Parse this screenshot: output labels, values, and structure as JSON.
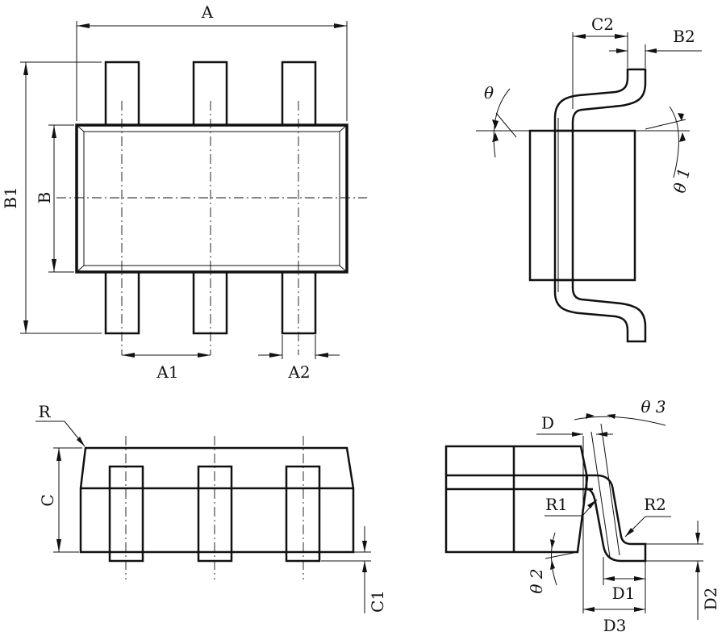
{
  "views": {
    "top": {
      "labels": {
        "A": "A",
        "B": "B",
        "B1": "B1",
        "A1": "A1",
        "A2": "A2"
      }
    },
    "side": {
      "labels": {
        "C2": "C2",
        "B2": "B2",
        "theta": "θ",
        "theta1": "θ 1"
      }
    },
    "front": {
      "labels": {
        "R": "R",
        "C": "C",
        "C1": "C1"
      }
    },
    "detail": {
      "labels": {
        "D": "D",
        "theta3": "θ 3",
        "R1": "R1",
        "R2": "R2",
        "theta2": "θ 2",
        "D1": "D1",
        "D2": "D2",
        "D3": "D3"
      }
    }
  }
}
